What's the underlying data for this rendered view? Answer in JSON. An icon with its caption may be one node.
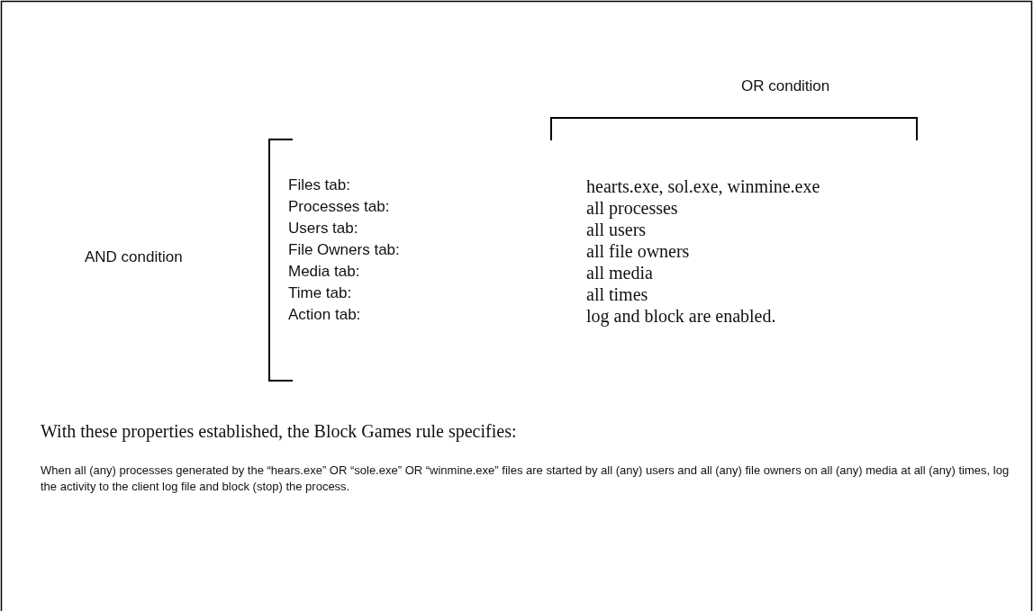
{
  "diagram": {
    "labels": [
      "OR condition",
      "AND condition",
      "Files tab:",
      "hearts.exe, sol.exe, winmine.exe",
      "Processes tab:",
      "all processes",
      "Users tab:",
      "all users",
      "File Owners tab:",
      "all file owners",
      "Media tab:",
      "all media",
      "Time tab:",
      "all times",
      "Action tab:",
      "log and block are enabled.",
      "With these properties established, the Block Games rule specifies:",
      "When all (any) processes generated by the “hears.exe” OR “sole.exe” OR “winmine.exe” files are started by all (any) users and all (any) file owners on all (any) media at all (any) times, log the activity to the client log file and block (stop) the process."
    ]
  }
}
